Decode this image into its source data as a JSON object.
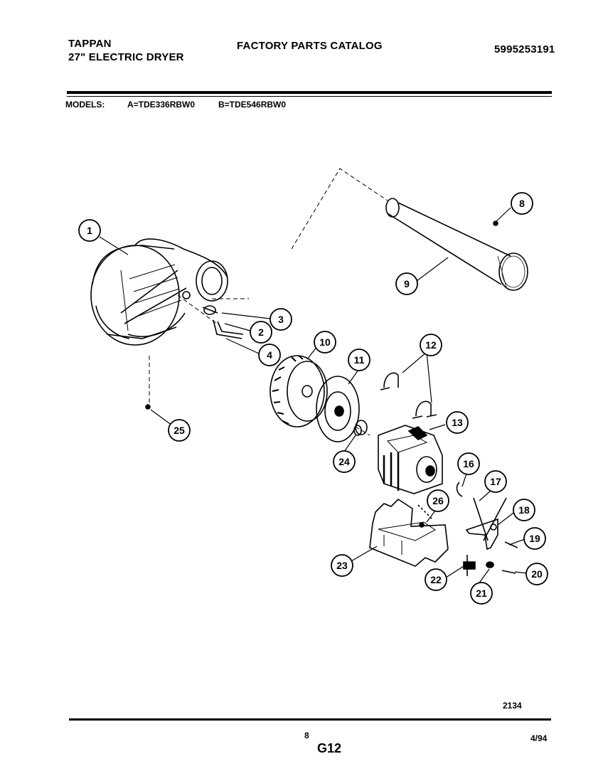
{
  "header": {
    "brand": "TAPPAN",
    "product": "27\" ELECTRIC DRYER",
    "catalog_title": "FACTORY PARTS CATALOG",
    "catalog_number": "5995253191"
  },
  "models": {
    "label": "MODELS:",
    "model_a": "A=TDE336RBW0",
    "model_b": "B=TDE546RBW0"
  },
  "callouts": [
    "1",
    "2",
    "3",
    "4",
    "8",
    "9",
    "10",
    "11",
    "12",
    "13",
    "16",
    "17",
    "18",
    "19",
    "20",
    "21",
    "22",
    "23",
    "24",
    "25",
    "26"
  ],
  "footer": {
    "diagram_code": "2134",
    "page_number": "8",
    "section": "G12",
    "date": "4/94"
  }
}
